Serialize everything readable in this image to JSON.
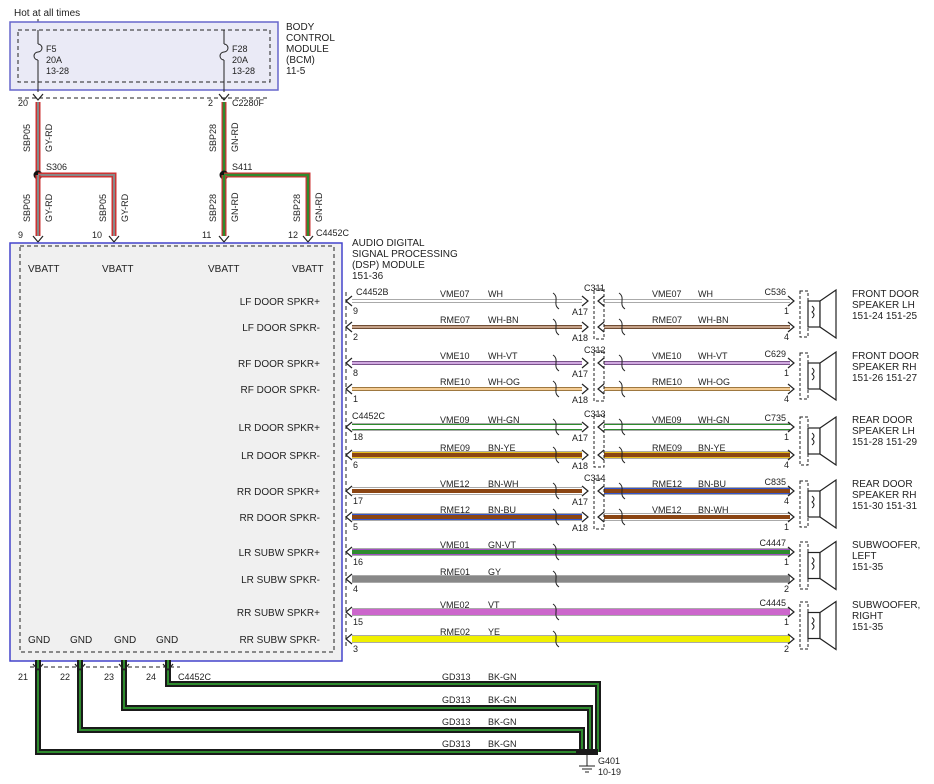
{
  "power_source": "Hot at all times",
  "bcm": {
    "title_lines": [
      "BODY",
      "CONTROL",
      "MODULE",
      "(BCM)",
      "11-5"
    ],
    "fuses": [
      {
        "name": "F5",
        "rating": "20A",
        "ref": "13-28"
      },
      {
        "name": "F28",
        "rating": "20A",
        "ref": "13-28"
      }
    ],
    "pins": [
      "20",
      "2"
    ],
    "connector": "C2280F"
  },
  "feeds": [
    {
      "circuit": "SBP05",
      "color": "GY-RD",
      "splice": "S306"
    },
    {
      "circuit": "SBP28",
      "color": "GN-RD",
      "splice": "S411"
    }
  ],
  "dsp_inputs": [
    {
      "pin": "9",
      "circuit": "SBP05",
      "color": "GY-RD",
      "label": "VBATT"
    },
    {
      "pin": "10",
      "circuit": "SBP05",
      "color": "GY-RD",
      "label": "VBATT"
    },
    {
      "pin": "11",
      "circuit": "SBP28",
      "color": "GN-RD",
      "label": "VBATT"
    },
    {
      "pin": "12",
      "circuit": "SBP28",
      "color": "GN-RD",
      "label": "VBATT"
    }
  ],
  "dsp_top_connector": "C4452C",
  "dsp": {
    "title_lines": [
      "AUDIO DIGITAL",
      "SIGNAL PROCESSING",
      "(DSP) MODULE",
      "151-36"
    ]
  },
  "speaker_pins": [
    {
      "label": "LF DOOR SPKR+",
      "pin": "9",
      "circuit": "VME07",
      "color": "WH",
      "out_pin": "1"
    },
    {
      "label": "LF DOOR SPKR-",
      "pin": "2",
      "circuit": "RME07",
      "color": "WH-BN",
      "out_pin": "4"
    },
    {
      "label": "RF DOOR SPKR+",
      "pin": "8",
      "circuit": "VME10",
      "color": "WH-VT",
      "out_pin": "1"
    },
    {
      "label": "RF DOOR SPKR-",
      "pin": "1",
      "circuit": "RME10",
      "color": "WH-OG",
      "out_pin": "4"
    },
    {
      "label": "LR DOOR SPKR+",
      "pin": "18",
      "circuit": "VME09",
      "color": "WH-GN",
      "out_pin": "1"
    },
    {
      "label": "LR DOOR SPKR-",
      "pin": "6",
      "circuit": "RME09",
      "color": "BN-YE",
      "out_pin": "4"
    },
    {
      "label": "RR DOOR SPKR+",
      "pin": "17",
      "circuit": "VME12",
      "color": "BN-WH",
      "out_pin": "4"
    },
    {
      "label": "RR DOOR SPKR-",
      "pin": "5",
      "circuit": "RME12",
      "color": "BN-BU",
      "out_pin": "1"
    },
    {
      "label": "LR SUBW SPKR+",
      "pin": "16",
      "circuit": "VME01",
      "color": "GN-VT",
      "out_pin": "1"
    },
    {
      "label": "LR SUBW SPKR-",
      "pin": "4",
      "circuit": "RME01",
      "color": "GY",
      "out_pin": "2"
    },
    {
      "label": "RR SUBW SPKR+",
      "pin": "15",
      "circuit": "VME02",
      "color": "VT",
      "out_pin": "1"
    },
    {
      "label": "RR SUBW SPKR-",
      "pin": "3",
      "circuit": "RME02",
      "color": "YE",
      "out_pin": "2"
    }
  ],
  "dsp_side_connectors": [
    "C4452B",
    "C4452C"
  ],
  "inline_connectors": [
    {
      "name": "C311",
      "pins": [
        "A17",
        "A18"
      ]
    },
    {
      "name": "C312",
      "pins": [
        "A17",
        "A18"
      ]
    },
    {
      "name": "C313",
      "pins": [
        "A17",
        "A18"
      ]
    },
    {
      "name": "C314",
      "pins": [
        "A17",
        "A18"
      ]
    }
  ],
  "door_right_wires": [
    [
      {
        "circuit": "VME07",
        "color": "WH"
      },
      {
        "circuit": "RME07",
        "color": "WH-BN"
      }
    ],
    [
      {
        "circuit": "VME10",
        "color": "WH-VT"
      },
      {
        "circuit": "RME10",
        "color": "WH-OG"
      }
    ],
    [
      {
        "circuit": "VME09",
        "color": "WH-GN"
      },
      {
        "circuit": "RME09",
        "color": "BN-YE"
      }
    ],
    [
      {
        "circuit": "RME12",
        "color": "BN-BU"
      },
      {
        "circuit": "VME12",
        "color": "BN-WH"
      }
    ]
  ],
  "speakers": [
    {
      "connector": "C536",
      "lines": [
        "FRONT DOOR",
        "SPEAKER LH",
        "151-24  151-25"
      ]
    },
    {
      "connector": "C629",
      "lines": [
        "FRONT DOOR",
        "SPEAKER RH",
        "151-26  151-27"
      ]
    },
    {
      "connector": "C735",
      "lines": [
        "REAR DOOR",
        "SPEAKER LH",
        "151-28  151-29"
      ]
    },
    {
      "connector": "C835",
      "lines": [
        "REAR DOOR",
        "SPEAKER RH",
        "151-30  151-31"
      ]
    },
    {
      "connector": "C4447",
      "lines": [
        "SUBWOOFER,",
        "LEFT",
        "151-35"
      ]
    },
    {
      "connector": "C4445",
      "lines": [
        "SUBWOOFER,",
        "RIGHT",
        "151-35"
      ]
    }
  ],
  "grounds": {
    "label": "GND",
    "pins": [
      "21",
      "22",
      "23",
      "24"
    ],
    "connector": "C4452C",
    "circuit": "GD313",
    "color": "BK-GN",
    "ground_point": "G401",
    "ground_ref": "10-19"
  },
  "wire_colors": {
    "GY-RD": [
      "#888888",
      "#cc3333"
    ],
    "GN-RD": [
      "#2e8b2e",
      "#cc3333"
    ],
    "WH": [
      "#ffffff",
      "#ffffff"
    ],
    "WH-BN": [
      "#ffffff",
      "#8b4513"
    ],
    "WH-VT": [
      "#ffffff",
      "#a050c0"
    ],
    "WH-OG": [
      "#ffffff",
      "#e89a2a"
    ],
    "WH-GN": [
      "#ffffff",
      "#2e8b2e"
    ],
    "BN-YE": [
      "#8b4513",
      "#e8c020"
    ],
    "BN-WH": [
      "#8b4513",
      "#ffffff"
    ],
    "BN-BU": [
      "#8b4513",
      "#3355cc"
    ],
    "GN-VT": [
      "#2e8b2e",
      "#a050c0"
    ],
    "GY": [
      "#888888",
      "#888888"
    ],
    "VT": [
      "#cc66cc",
      "#cc66cc"
    ],
    "YE": [
      "#f0f000",
      "#f0f000"
    ],
    "BK-GN": [
      "#1a1a1a",
      "#2e8b2e"
    ]
  }
}
